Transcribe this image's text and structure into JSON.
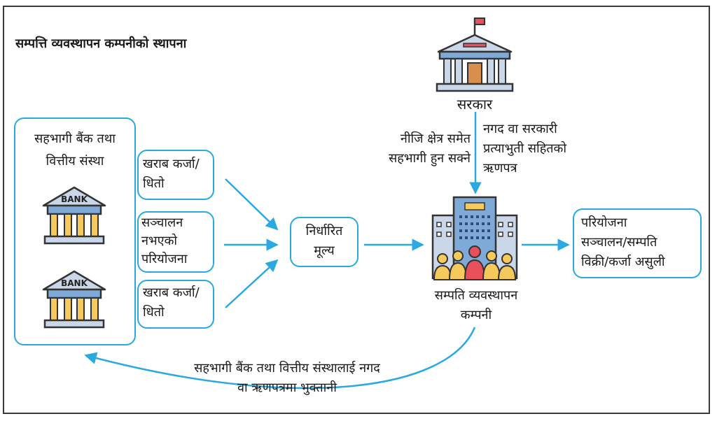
{
  "title": "सम्पत्ति व्यवस्थापन कम्पनीको स्थापना",
  "bank_group": {
    "label_line1": "सहभागी बैंक तथा",
    "label_line2": "वित्तीय संस्था",
    "bank_sign": "BANK"
  },
  "inputs": [
    {
      "line1": "खराब कर्जा/",
      "line2": "धितो"
    },
    {
      "line1": "सञ्चालन",
      "line2": "नभएको",
      "line3": "परियोजना"
    },
    {
      "line1": "खराब कर्जा/",
      "line2": "धितो"
    }
  ],
  "fixed_price": {
    "line1": "निर्धारित",
    "line2": "मूल्य"
  },
  "government": {
    "label": "सरकार"
  },
  "private_sector_note": {
    "line1": "नीजि क्षेत्र समेत",
    "line2": "सहभागी हुन सक्ने"
  },
  "government_note": {
    "line1": "नगद वा सरकारी",
    "line2": "प्रत्याभुती सहितको",
    "line3": "ऋणपत्र"
  },
  "amc": {
    "line1": "सम्पति व्यवस्थापन",
    "line2": "कम्पनी"
  },
  "outcome": {
    "line1": "परियोजना",
    "line2": "सञ्चालन/सम्पति",
    "line3": "विक्री/कर्जा असुली"
  },
  "payment_note": {
    "line1": "सहभागी बैंक तथा वित्तीय संस्थालाई नगद",
    "line2": "वा ऋणपत्रमा भुक्तानी"
  },
  "colors": {
    "accent": "#29a9df",
    "building_blue": "#7fa9d6",
    "roof": "#c9d7e8",
    "column": "#f6c95c",
    "flag": "#e8505b",
    "door": "#d98f4b"
  }
}
